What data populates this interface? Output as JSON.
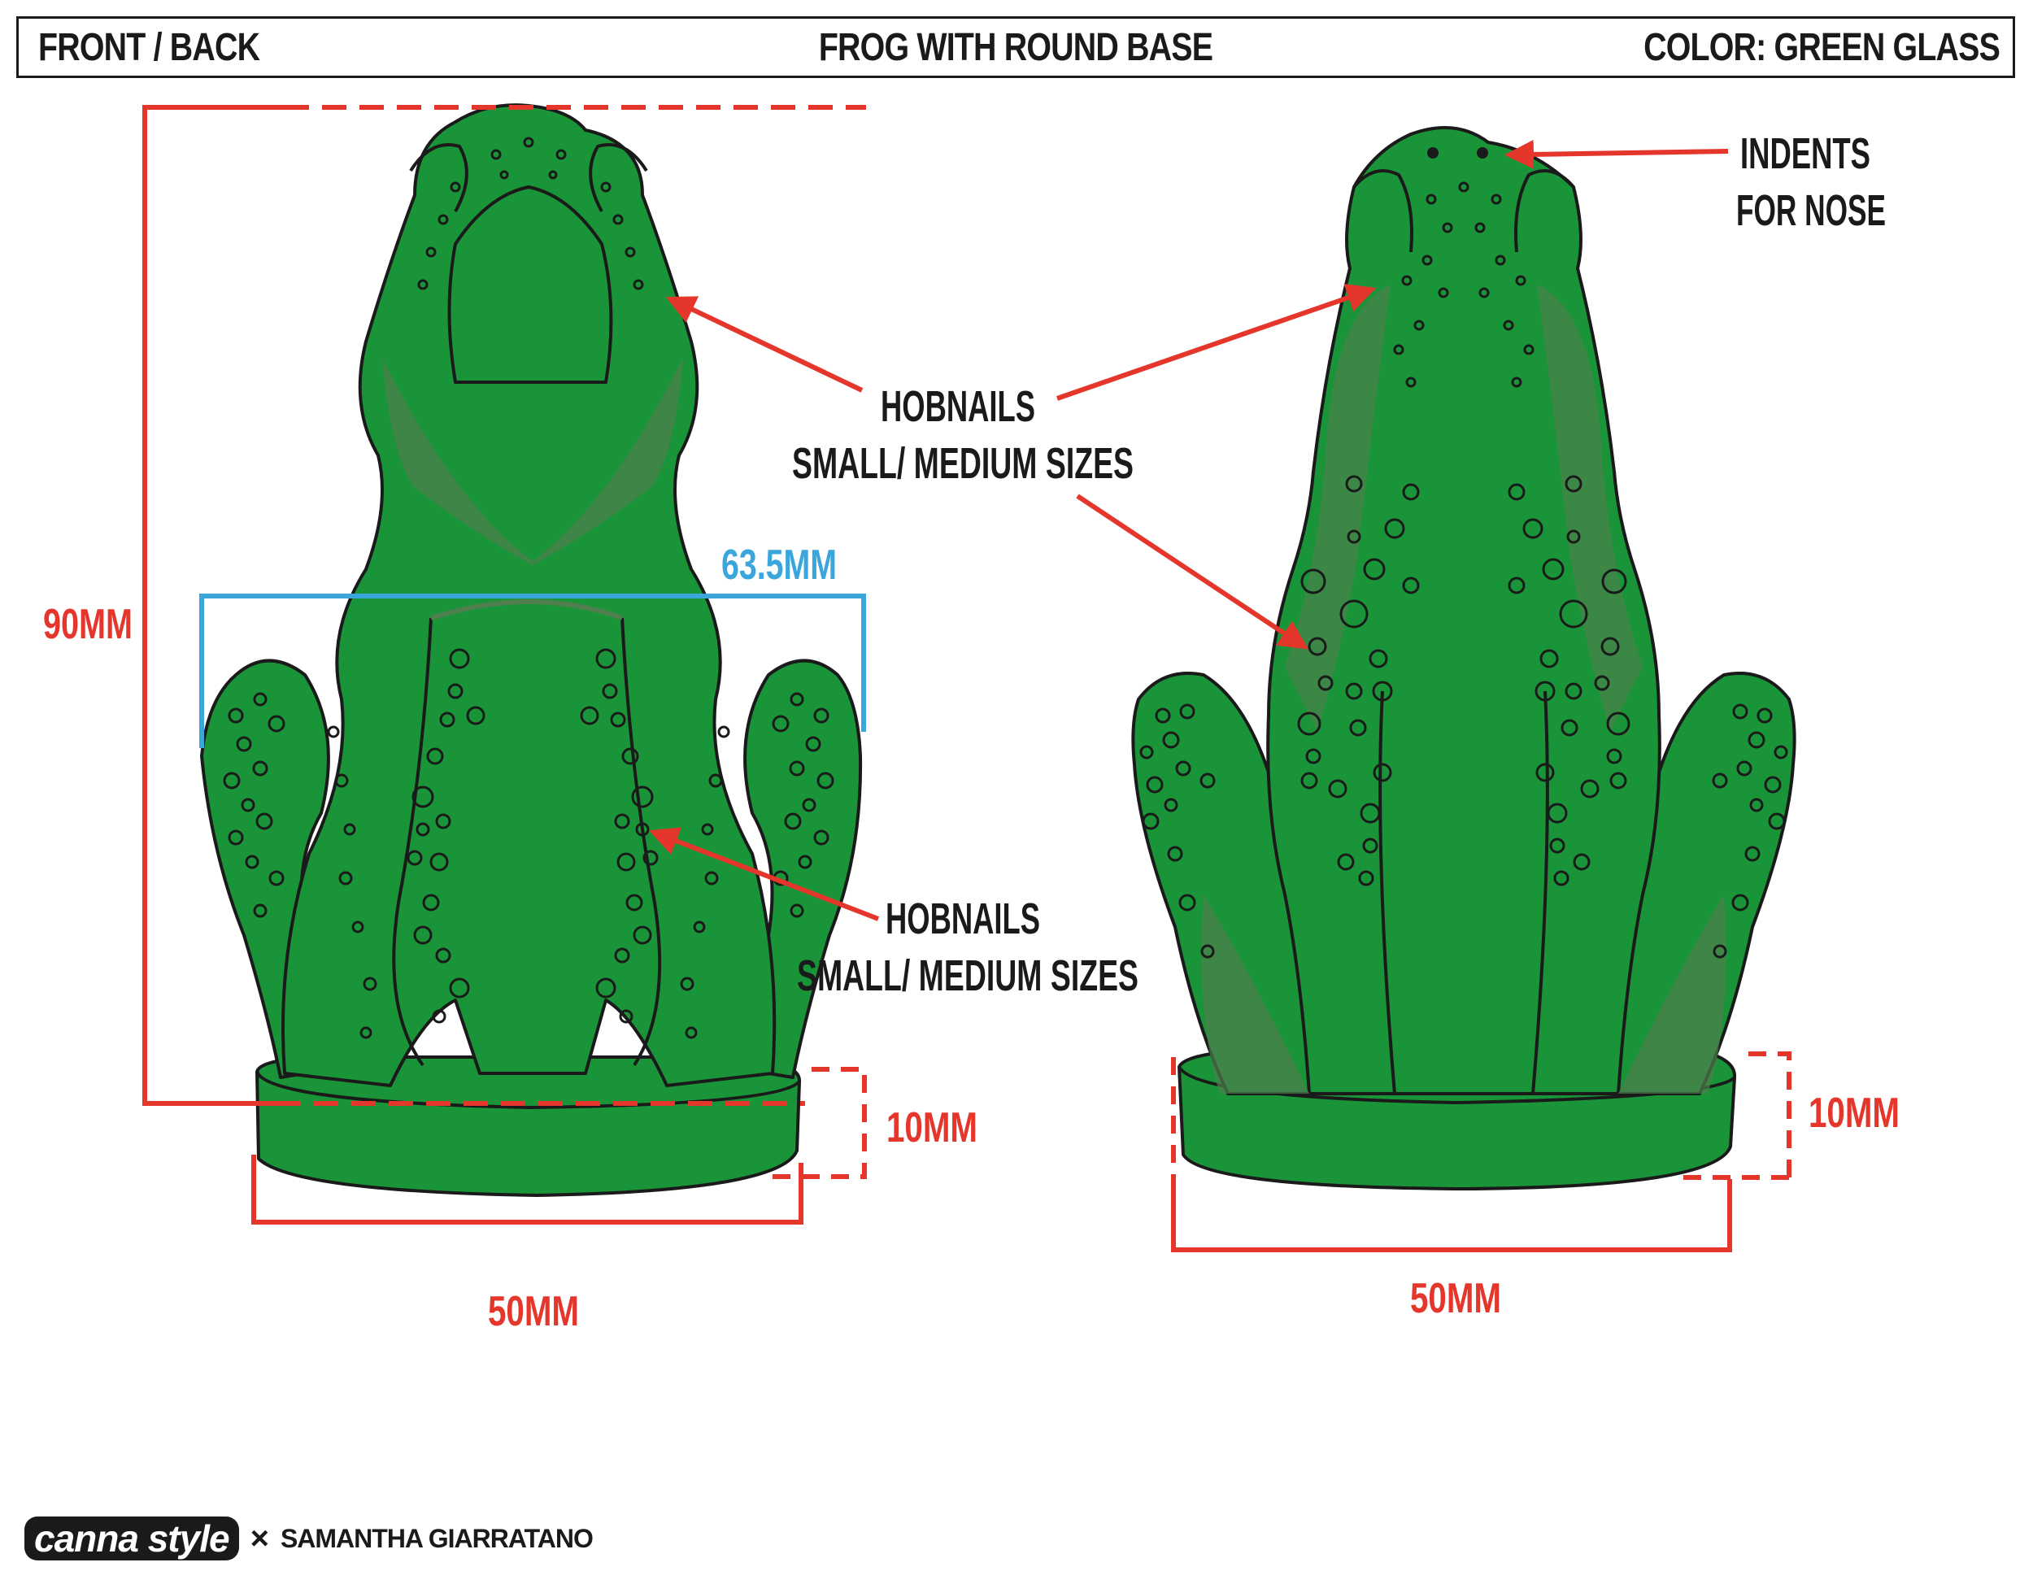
{
  "header": {
    "left": "FRONT  /  BACK",
    "center": "FROG WITH ROUND BASE",
    "right": "COLOR: GREEN GLASS"
  },
  "front": {
    "height": "90MM",
    "width": "63.5MM",
    "base_height": "10MM",
    "base_width": "50MM",
    "callout_upper": [
      "HOBNAILS",
      "SMALL/ MEDIUM SIZES"
    ],
    "callout_lower": [
      "HOBNAILS",
      "SMALL/ MEDIUM SIZES"
    ]
  },
  "back": {
    "nose_note": [
      "INDENTS",
      "FOR NOSE"
    ],
    "base_height": "10MM",
    "base_width": "50MM"
  },
  "footer": {
    "brand": "canna style",
    "separator": "×",
    "designer": "SAMANTHA GIARRATANO"
  },
  "colors": {
    "glass": "#1a9438",
    "glass_dark": "#4f7f4f",
    "outline": "#1a1a1a",
    "dimension": "#e5362b",
    "width_dimension": "#3aa6db"
  }
}
